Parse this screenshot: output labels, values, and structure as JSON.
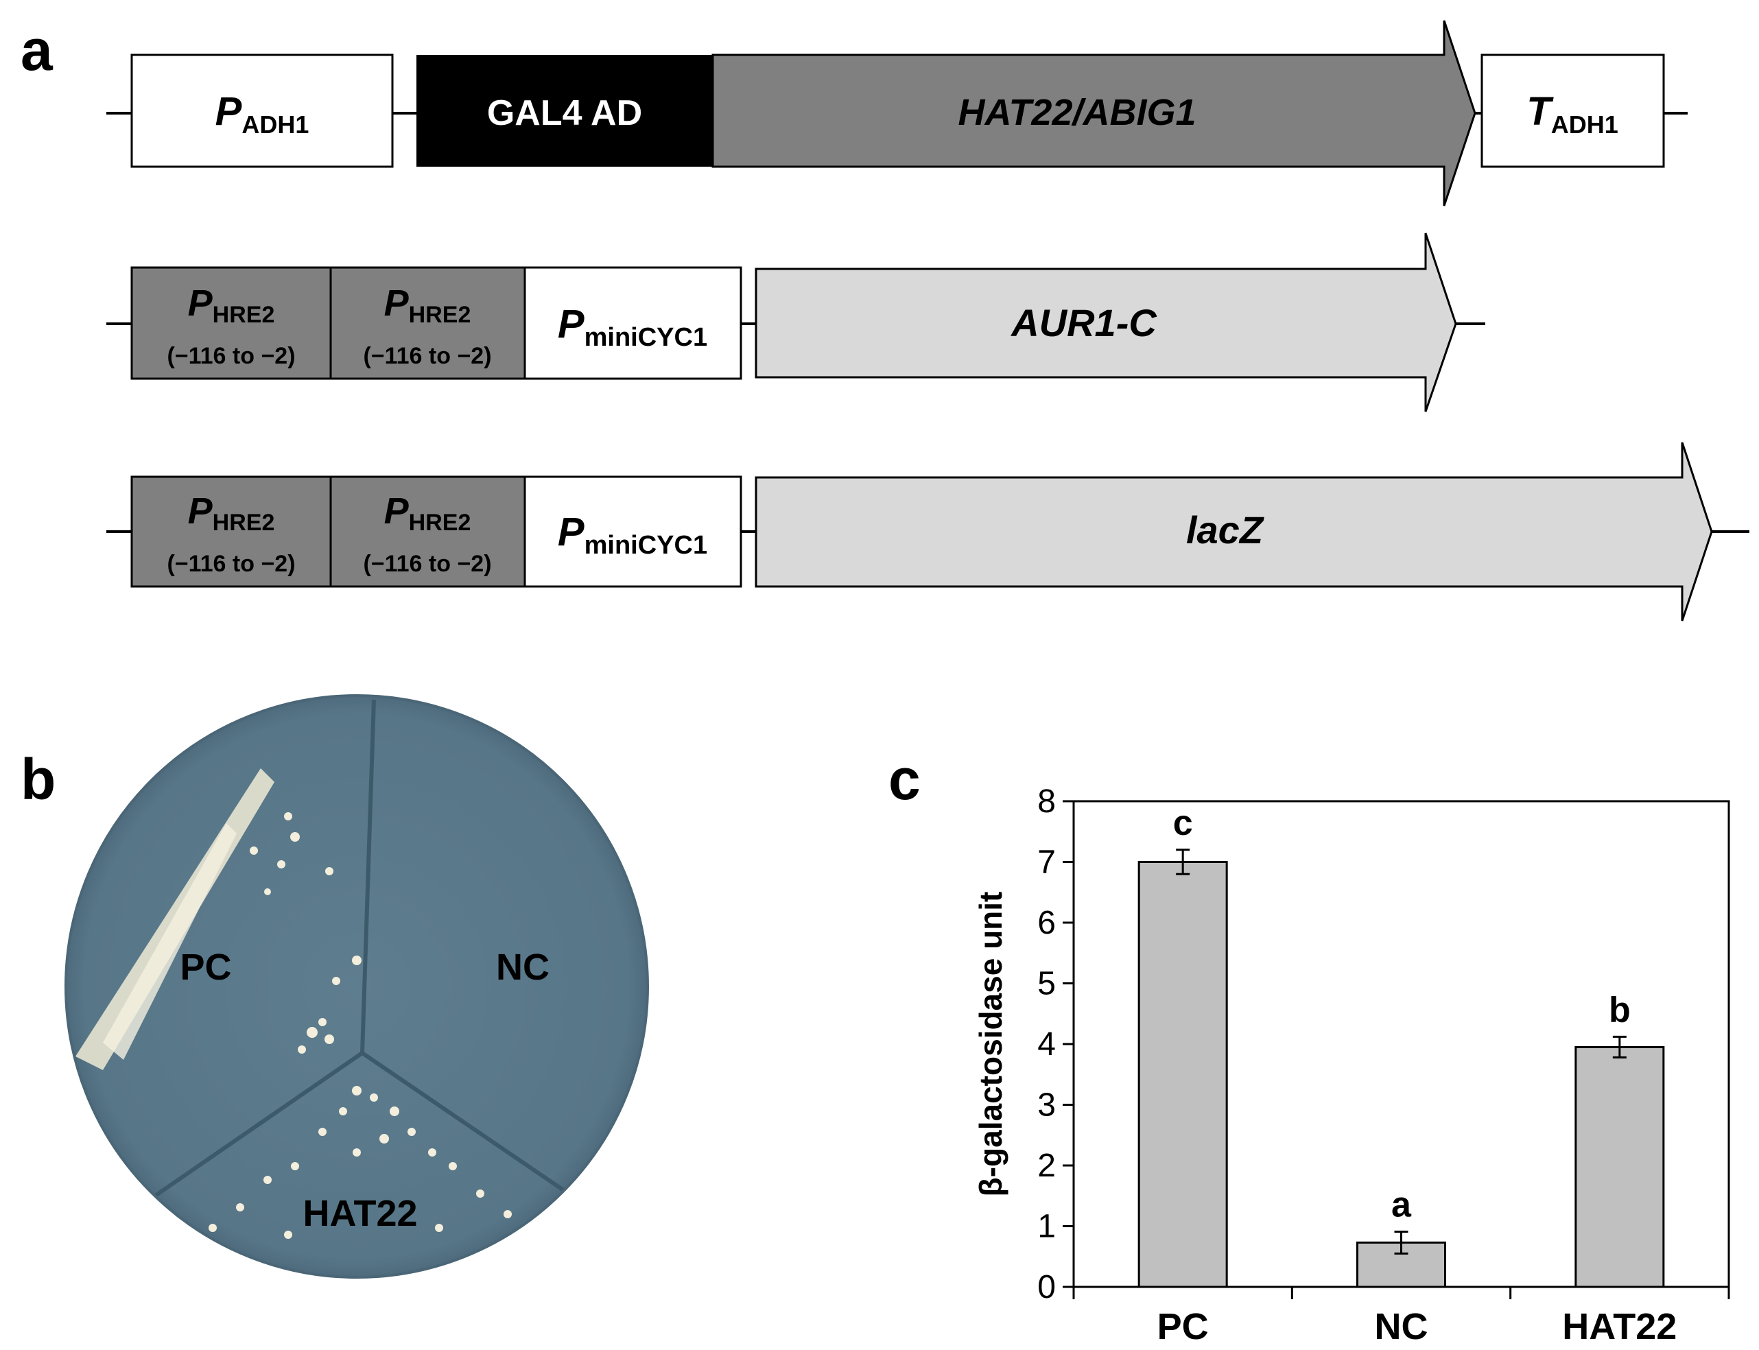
{
  "panels": {
    "a": "a",
    "b": "b",
    "c": "c"
  },
  "constructs": {
    "row1": {
      "promoter": {
        "main": "P",
        "sub": "ADH1"
      },
      "domain": "GAL4 AD",
      "gene": "HAT22/ABIG1",
      "terminator": {
        "main": "T",
        "sub": "ADH1"
      }
    },
    "row2": {
      "hre_a": {
        "main": "P",
        "sub": "HRE2",
        "range": "(−116 to −2)"
      },
      "hre_b": {
        "main": "P",
        "sub": "HRE2",
        "range": "(−116 to −2)"
      },
      "mini": {
        "main": "P",
        "sub": "miniCYC1"
      },
      "reporter": "AUR1-C"
    },
    "row3": {
      "hre_a": {
        "main": "P",
        "sub": "HRE2",
        "range": "(−116 to −2)"
      },
      "hre_b": {
        "main": "P",
        "sub": "HRE2",
        "range": "(−116 to −2)"
      },
      "mini": {
        "main": "P",
        "sub": "miniCYC1"
      },
      "reporter": "lacZ"
    }
  },
  "dish": {
    "labels": [
      "PC",
      "NC",
      "HAT22"
    ]
  },
  "colors": {
    "gene_arrow": "#808080",
    "reporter_arrow": "#d9d9d9",
    "hre_box": "#808080",
    "dish": "#5b7b8c",
    "bar": "#c0c0c0"
  },
  "chart_data": {
    "type": "bar",
    "categories": [
      "PC",
      "NC",
      "HAT22"
    ],
    "values": [
      7.0,
      0.73,
      3.95
    ],
    "errors": [
      0.2,
      0.18,
      0.17
    ],
    "significance": [
      "c",
      "a",
      "b"
    ],
    "ylabel": "β-galactosidase unit",
    "ylim": [
      0,
      8
    ],
    "yticks": [
      "0",
      "1",
      "2",
      "3",
      "4",
      "5",
      "6",
      "7",
      "8"
    ],
    "grid": false
  }
}
